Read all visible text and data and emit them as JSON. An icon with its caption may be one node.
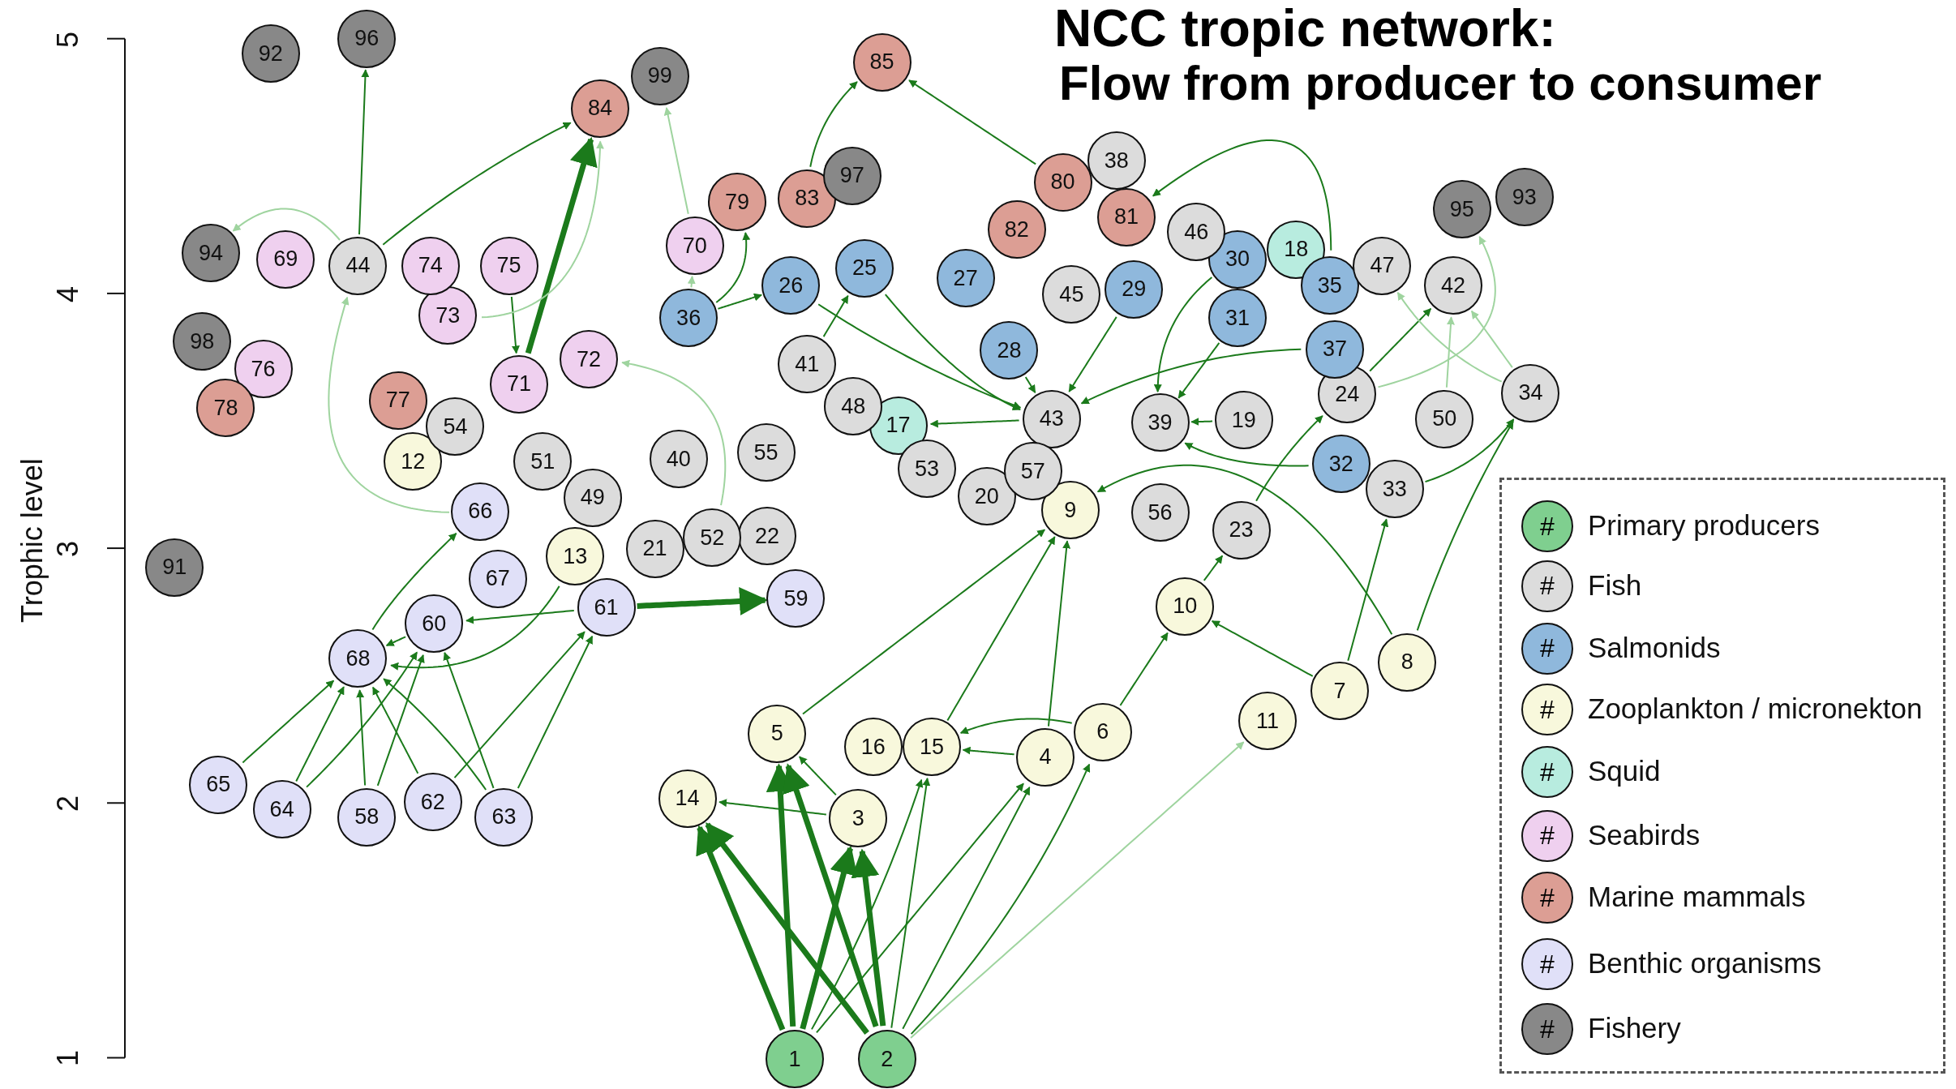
{
  "diagram": {
    "title": "NCC tropic network:",
    "caption": "Flow from producer to consumer",
    "nodes": [
      {
        "text": [
          "1"
        ]
      },
      {
        "text": [
          "2"
        ]
      },
      {
        "text": [
          "3"
        ]
      },
      {
        "text": [
          "4"
        ]
      },
      {
        "text": [
          "5"
        ]
      },
      {
        "text": [
          "6"
        ]
      },
      {
        "text": [
          "7"
        ]
      },
      {
        "text": [
          "8"
        ]
      },
      {
        "text": [
          "9"
        ]
      },
      {
        "text": [
          "10"
        ]
      },
      {
        "text": [
          "11"
        ]
      },
      {
        "text": [
          "12"
        ]
      },
      {
        "text": [
          "13"
        ]
      },
      {
        "text": [
          "14"
        ]
      },
      {
        "text": [
          "15"
        ]
      },
      {
        "text": [
          "16"
        ]
      },
      {
        "text": [
          "17"
        ]
      },
      {
        "text": [
          "18"
        ]
      },
      {
        "text": [
          "19"
        ]
      },
      {
        "text": [
          "20"
        ]
      },
      {
        "text": [
          "21"
        ]
      },
      {
        "text": [
          "22"
        ]
      },
      {
        "text": [
          "23"
        ]
      },
      {
        "text": [
          "24"
        ]
      },
      {
        "text": [
          "25"
        ]
      },
      {
        "text": [
          "26"
        ]
      },
      {
        "text": [
          "27"
        ]
      },
      {
        "text": [
          "28"
        ]
      },
      {
        "text": [
          "29"
        ]
      },
      {
        "text": [
          "30"
        ]
      },
      {
        "text": [
          "31"
        ]
      },
      {
        "text": [
          "32"
        ]
      },
      {
        "text": [
          "33"
        ]
      },
      {
        "text": [
          "34"
        ]
      },
      {
        "text": [
          "35"
        ]
      },
      {
        "text": [
          "36"
        ]
      },
      {
        "text": [
          "37"
        ]
      },
      {
        "text": [
          "38"
        ]
      },
      {
        "text": [
          "39"
        ]
      },
      {
        "text": [
          "40"
        ]
      },
      {
        "text": [
          "41"
        ]
      },
      {
        "text": [
          "42"
        ]
      },
      {
        "text": [
          "43"
        ]
      },
      {
        "text": [
          "44"
        ]
      },
      {
        "text": [
          "45"
        ]
      },
      {
        "text": [
          "46"
        ]
      },
      {
        "text": [
          "47"
        ]
      },
      {
        "text": [
          "48"
        ]
      },
      {
        "text": [
          "49"
        ]
      },
      {
        "text": [
          "50"
        ]
      },
      {
        "text": [
          "51"
        ]
      },
      {
        "text": [
          "52"
        ]
      },
      {
        "text": [
          "53"
        ]
      },
      {
        "text": [
          "54"
        ]
      },
      {
        "text": [
          "55"
        ]
      },
      {
        "text": [
          "56"
        ]
      },
      {
        "text": [
          "57"
        ]
      },
      {
        "text": [
          "58"
        ]
      },
      {
        "text": [
          "59"
        ]
      },
      {
        "text": [
          "60"
        ]
      },
      {
        "text": [
          "61"
        ]
      },
      {
        "text": [
          "62"
        ]
      },
      {
        "text": [
          "63"
        ]
      },
      {
        "text": [
          "64"
        ]
      },
      {
        "text": [
          "65"
        ]
      },
      {
        "text": [
          "66"
        ]
      },
      {
        "text": [
          "67"
        ]
      },
      {
        "text": [
          "68"
        ]
      },
      {
        "text": [
          "69"
        ]
      },
      {
        "text": [
          "70"
        ]
      },
      {
        "text": [
          "71"
        ]
      },
      {
        "text": [
          "72"
        ]
      },
      {
        "text": [
          "73"
        ]
      },
      {
        "text": [
          "74"
        ]
      },
      {
        "text": [
          "75"
        ]
      },
      {
        "text": [
          "76"
        ]
      },
      {
        "text": [
          "77"
        ]
      },
      {
        "text": [
          "78"
        ]
      },
      {
        "text": [
          "79"
        ]
      },
      {
        "text": [
          "80"
        ]
      },
      {
        "text": [
          "81"
        ]
      },
      {
        "text": [
          "82"
        ]
      },
      {
        "text": [
          "83"
        ]
      },
      {
        "text": [
          "84"
        ]
      },
      {
        "text": [
          "85"
        ]
      },
      {
        "text": [
          "91"
        ]
      },
      {
        "text": [
          "92"
        ]
      },
      {
        "text": [
          "93"
        ]
      },
      {
        "text": [
          "94"
        ]
      },
      {
        "text": [
          "95"
        ]
      },
      {
        "text": [
          "96"
        ]
      },
      {
        "text": [
          "97"
        ]
      },
      {
        "text": [
          "98"
        ]
      },
      {
        "text": [
          "99"
        ]
      }
    ],
    "edges": [
      {
        "from": 0,
        "to": 13,
        "arrow": "to",
        "style": "thick"
      },
      {
        "from": 0,
        "to": 4,
        "arrow": "to",
        "style": "thick"
      },
      {
        "from": 0,
        "to": 2,
        "arrow": "to",
        "style": "thick"
      },
      {
        "from": 1,
        "to": 4,
        "arrow": "to",
        "style": "thick"
      },
      {
        "from": 1,
        "to": 2,
        "arrow": "to",
        "style": "thick"
      },
      {
        "from": 1,
        "to": 13,
        "arrow": "to",
        "style": "thick"
      },
      {
        "from": 0,
        "to": 14,
        "arrow": "to"
      },
      {
        "from": 0,
        "to": 3,
        "arrow": "to"
      },
      {
        "from": 1,
        "to": 14,
        "arrow": "to"
      },
      {
        "from": 1,
        "to": 3,
        "arrow": "to"
      },
      {
        "from": 1,
        "to": 5,
        "arrow": "to"
      },
      {
        "from": 2,
        "to": 13,
        "arrow": "to"
      },
      {
        "from": 2,
        "to": 4,
        "arrow": "to"
      },
      {
        "from": 1,
        "to": 10,
        "arrow": "to",
        "color": "#9fd49f"
      },
      {
        "from": 3,
        "to": 14,
        "arrow": "to"
      },
      {
        "from": 5,
        "to": 14,
        "arrow": "to"
      },
      {
        "from": 3,
        "to": 8,
        "arrow": "to"
      },
      {
        "from": 5,
        "to": 9,
        "arrow": "to"
      },
      {
        "from": 6,
        "to": 9,
        "arrow": "to"
      },
      {
        "from": 7,
        "to": 8,
        "arrow": "to"
      },
      {
        "from": 6,
        "to": 32,
        "arrow": "to"
      },
      {
        "from": 7,
        "to": 33,
        "arrow": "to"
      },
      {
        "from": 4,
        "to": 8,
        "arrow": "to"
      },
      {
        "from": 14,
        "to": 8,
        "arrow": "to"
      },
      {
        "from": 63,
        "to": 67,
        "arrow": "to"
      },
      {
        "from": 63,
        "to": 59,
        "arrow": "to"
      },
      {
        "from": 57,
        "to": 67,
        "arrow": "to"
      },
      {
        "from": 57,
        "to": 59,
        "arrow": "to"
      },
      {
        "from": 61,
        "to": 67,
        "arrow": "to"
      },
      {
        "from": 61,
        "to": 60,
        "arrow": "to"
      },
      {
        "from": 62,
        "to": 67,
        "arrow": "to"
      },
      {
        "from": 62,
        "to": 60,
        "arrow": "to"
      },
      {
        "from": 64,
        "to": 67,
        "arrow": "to"
      },
      {
        "from": 62,
        "to": 59,
        "arrow": "to"
      },
      {
        "from": 60,
        "to": 58,
        "arrow": "to",
        "style": "thick"
      },
      {
        "from": 59,
        "to": 67,
        "arrow": "to"
      },
      {
        "from": 67,
        "to": 65,
        "arrow": "to"
      },
      {
        "from": 12,
        "to": 67,
        "arrow": "to"
      },
      {
        "from": 60,
        "to": 59,
        "arrow": "to"
      },
      {
        "from": 43,
        "to": 90,
        "arrow": "to"
      },
      {
        "from": 43,
        "to": 83,
        "arrow": "to"
      },
      {
        "from": 70,
        "to": 83,
        "arrow": "to",
        "style": "thick"
      },
      {
        "from": 74,
        "to": 70,
        "arrow": "to"
      },
      {
        "from": 35,
        "to": 78,
        "arrow": "to"
      },
      {
        "from": 82,
        "to": 84,
        "arrow": "to"
      },
      {
        "from": 79,
        "to": 84,
        "arrow": "to"
      },
      {
        "from": 24,
        "to": 42,
        "arrow": "to"
      },
      {
        "from": 25,
        "to": 42,
        "arrow": "to"
      },
      {
        "from": 27,
        "to": 42,
        "arrow": "to"
      },
      {
        "from": 28,
        "to": 42,
        "arrow": "to"
      },
      {
        "from": 29,
        "to": 38,
        "arrow": "to"
      },
      {
        "from": 30,
        "to": 38,
        "arrow": "to"
      },
      {
        "from": 36,
        "to": 42,
        "arrow": "to"
      },
      {
        "from": 18,
        "to": 38,
        "arrow": "to"
      },
      {
        "from": 31,
        "to": 38,
        "arrow": "to"
      },
      {
        "from": 23,
        "to": 41,
        "arrow": "to"
      },
      {
        "from": 32,
        "to": 33,
        "arrow": "to"
      },
      {
        "from": 42,
        "to": 16,
        "arrow": "to"
      },
      {
        "from": 22,
        "to": 23,
        "arrow": "to"
      },
      {
        "from": 9,
        "to": 22,
        "arrow": "to"
      },
      {
        "from": 40,
        "to": 24,
        "arrow": "to"
      },
      {
        "from": 35,
        "to": 25,
        "arrow": "to"
      },
      {
        "from": 34,
        "to": 80,
        "arrow": "to"
      },
      {
        "from": 65,
        "to": 43,
        "arrow": "to",
        "color": "#9fd49f"
      },
      {
        "from": 69,
        "to": 93,
        "arrow": "to",
        "color": "#9fd49f"
      },
      {
        "from": 35,
        "to": 69,
        "arrow": "to",
        "color": "#9fd49f"
      },
      {
        "from": 23,
        "to": 89,
        "arrow": "to",
        "color": "#9fd49f"
      },
      {
        "from": 33,
        "to": 41,
        "arrow": "to",
        "color": "#9fd49f"
      },
      {
        "from": 33,
        "to": 46,
        "arrow": "to",
        "color": "#9fd49f"
      },
      {
        "from": 49,
        "to": 41,
        "arrow": "to",
        "color": "#9fd49f"
      },
      {
        "from": 43,
        "to": 88,
        "arrow": "to",
        "color": "#9fd49f"
      },
      {
        "from": 72,
        "to": 83,
        "arrow": "to",
        "color": "#9fd49f"
      },
      {
        "from": 51,
        "to": 71,
        "arrow": "to",
        "color": "#9fd49f"
      }
    ],
    "labels": [
      "Trophic level",
      "1",
      "2",
      "3",
      "4",
      "5",
      "#",
      "#",
      "#",
      "#",
      "#",
      "#",
      "#",
      "#",
      "#"
    ],
    "legend": [
      {
        "text": "Primary producers",
        "color": "#7fcf8f"
      },
      {
        "text": "Fish",
        "color": "#dcdcdc"
      },
      {
        "text": "Salmonids",
        "color": "#8fb8dc"
      },
      {
        "text": "Zooplankton / micronekton",
        "color": "#f8f8dc"
      },
      {
        "text": "Squid",
        "color": "#b8ecdf"
      },
      {
        "text": "Seabirds",
        "color": "#efd0ef"
      },
      {
        "text": "Marine mammals",
        "color": "#dc9e94"
      },
      {
        "text": "Benthic organisms",
        "color": "#e0e0f8"
      },
      {
        "text": "Fishery",
        "color": "#888888"
      }
    ]
  }
}
